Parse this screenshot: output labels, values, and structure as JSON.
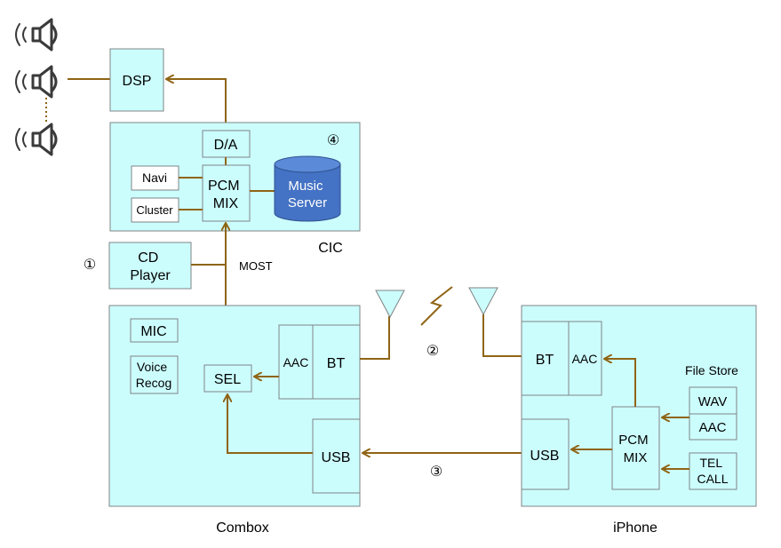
{
  "labels": {
    "dsp": "DSP",
    "da": "D/A",
    "pcm_mix_cic": [
      "PCM",
      "MIX"
    ],
    "navi": "Navi",
    "cluster": "Cluster",
    "music_server": [
      "Music",
      "Server"
    ],
    "cic": "CIC",
    "circle_4": "④",
    "cd_player": [
      "CD",
      "Player"
    ],
    "circle_1": "①",
    "most": "MOST",
    "mic": "MIC",
    "voice_recog": [
      "Voice",
      "Recog"
    ],
    "sel": "SEL",
    "aac_combox": "AAC",
    "bt_combox": "BT",
    "usb_combox": "USB",
    "combox": "Combox",
    "circle_2": "②",
    "circle_3": "③",
    "bt_iphone": "BT",
    "aac_iphone": "AAC",
    "usb_iphone": "USB",
    "pcm_mix_iphone": [
      "PCM",
      "MIX"
    ],
    "file_store": "File Store",
    "wav": "WAV",
    "aac_file": "AAC",
    "tel_call": [
      "TEL",
      "CALL"
    ],
    "iphone": "iPhone"
  },
  "colors": {
    "box_fill": "#ccfdfd",
    "box_stroke": "#7f8486",
    "wire": "#8f6414",
    "cylinder": "#4472c4",
    "cylinder_top": "#5b8ad8",
    "speaker": "#3a3a3a"
  },
  "icons": [
    "speaker-icon",
    "antenna-icon",
    "wireless-zigzag-icon",
    "database-cylinder-icon"
  ]
}
